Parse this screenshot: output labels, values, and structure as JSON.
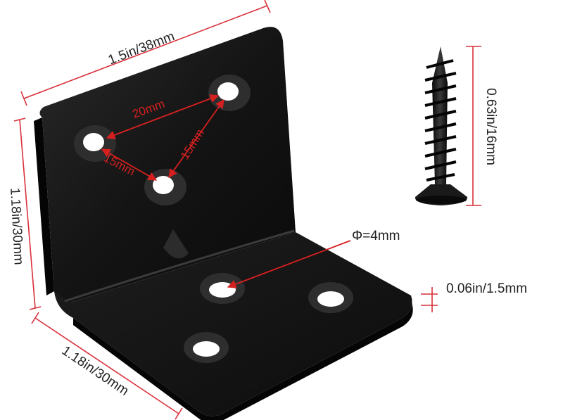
{
  "dimensions": {
    "width_top": "1.5in/38mm",
    "height_left": "1.18in/30mm",
    "depth_bottom": "1.18in/30mm",
    "screw_length": "0.63in/16mm",
    "thickness": "0.06in/1.5mm",
    "hole_diameter": "Φ=4mm"
  },
  "hole_spacing": {
    "top": "20mm",
    "left": "15mm",
    "right": "15mm"
  },
  "colors": {
    "bracket": "#111111",
    "dimension": "#d9303a",
    "annotation": "#d62020"
  },
  "icons": [
    "angle-bracket-icon",
    "screw-icon"
  ]
}
